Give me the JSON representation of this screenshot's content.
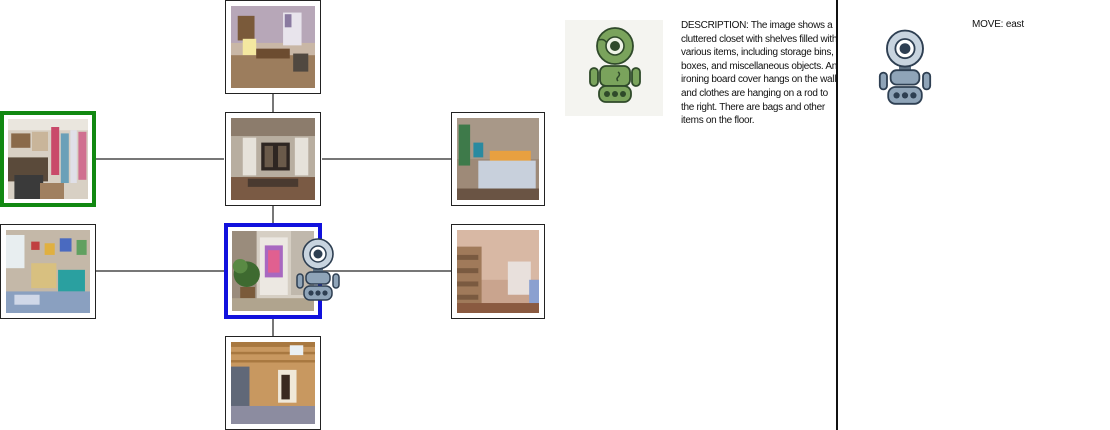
{
  "map": {
    "rooms": [
      {
        "id": "north",
        "scene": "bedroom-with-desk-and-lamp",
        "state": "normal"
      },
      {
        "id": "west",
        "scene": "cluttered-closet",
        "state": "target"
      },
      {
        "id": "center",
        "scene": "hall-with-tall-windows",
        "state": "normal"
      },
      {
        "id": "east",
        "scene": "bedroom-with-bed",
        "state": "normal"
      },
      {
        "id": "southwest",
        "scene": "playroom",
        "state": "normal"
      },
      {
        "id": "current",
        "scene": "hallway-with-plant-and-painting",
        "state": "current"
      },
      {
        "id": "southeast",
        "scene": "entry-with-stairs",
        "state": "normal"
      },
      {
        "id": "south",
        "scene": "wood-cabin-room",
        "state": "normal"
      }
    ],
    "colors": {
      "current_border": "#1111dd",
      "target_border": "#118811",
      "edge": "#777777"
    }
  },
  "agent": {
    "icon": "robot-icon",
    "color": "#8fa4b8"
  },
  "description": {
    "icon": "green-robot-icon",
    "text": "DESCRIPTION: The image shows a cluttered closet with shelves filled with various items, including storage bins, boxes, and miscellaneous objects. An ironing board cover hangs on the wall, and clothes are hanging on a rod to the right. There are bags and other items on the floor."
  },
  "action": {
    "icon": "robot-icon",
    "text": "MOVE: east"
  }
}
